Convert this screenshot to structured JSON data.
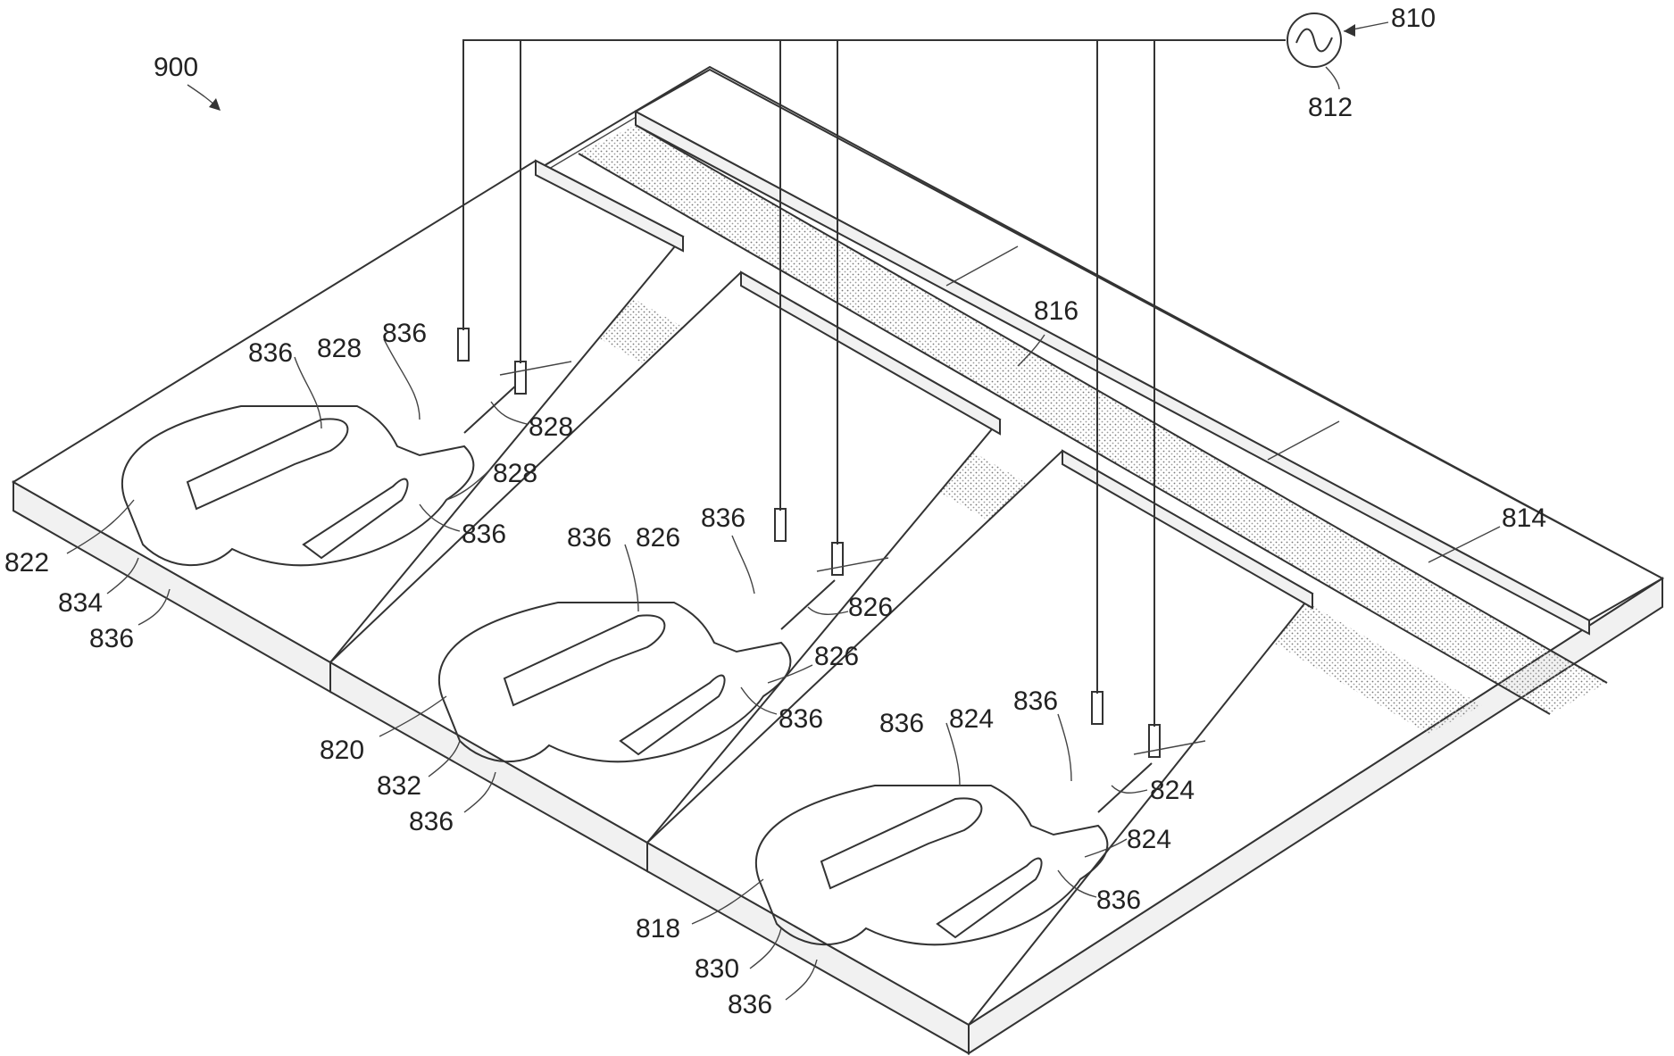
{
  "figure": {
    "labels": {
      "fig": "900",
      "source": "810",
      "generator": "812",
      "manifold_a": "816",
      "manifold_b": "814",
      "coil_1": "822",
      "coil_2": "820",
      "coil_3": "818",
      "trace_1": "828",
      "trace_2": "826",
      "trace_3": "824",
      "foot_1": "834",
      "foot_2": "832",
      "foot_3": "830",
      "edge": "836"
    }
  }
}
